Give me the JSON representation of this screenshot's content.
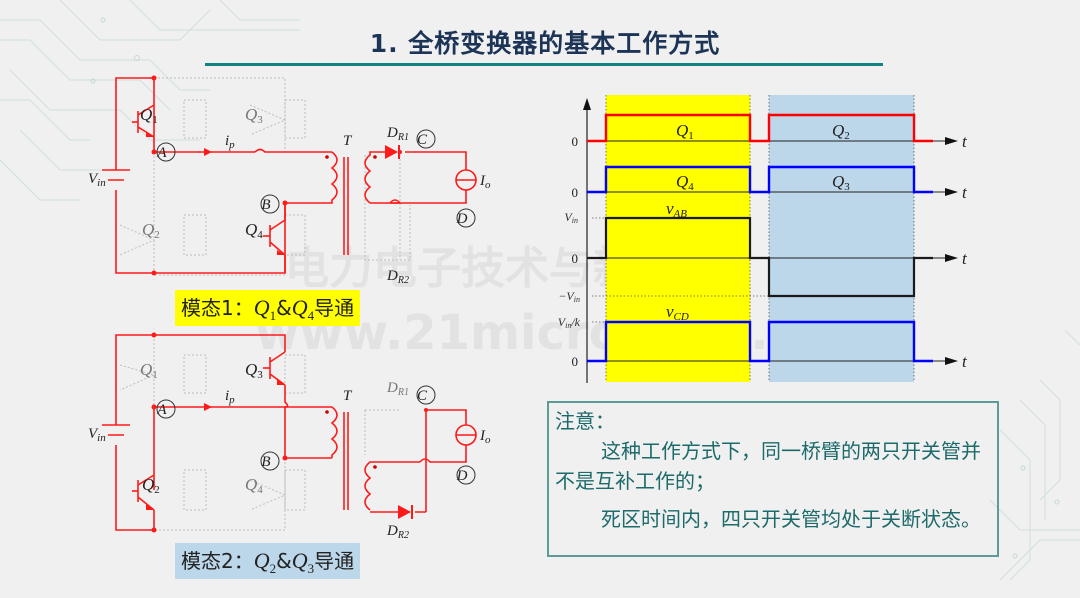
{
  "slide": {
    "title": "1. 全桥变换器的基本工作方式"
  },
  "circuit_mode1": {
    "caption_prefix": "模态1：",
    "caption_q_a": "Q",
    "caption_q_a_sub": "1",
    "caption_amp": "&",
    "caption_q_b": "Q",
    "caption_q_b_sub": "4",
    "caption_suffix": "导通",
    "labels": {
      "vin": "V",
      "vin_sub": "in",
      "q1": "Q",
      "q1_sub": "1",
      "q2": "Q",
      "q2_sub": "2",
      "q3": "Q",
      "q3_sub": "3",
      "q4": "Q",
      "q4_sub": "4",
      "ip": "i",
      "ip_sub": "p",
      "T": "T",
      "dr1": "D",
      "dr1_sub": "R1",
      "dr2": "D",
      "dr2_sub": "R2",
      "io": "I",
      "io_sub": "o",
      "node_a": "A",
      "node_b": "B",
      "node_c": "C",
      "node_d": "D"
    }
  },
  "circuit_mode2": {
    "caption_prefix": "模态2：",
    "caption_q_a": "Q",
    "caption_q_a_sub": "2",
    "caption_amp": "&",
    "caption_q_b": "Q",
    "caption_q_b_sub": "3",
    "caption_suffix": "导通"
  },
  "waveform": {
    "colors": {
      "red": "#ff0000",
      "blue": "#0000ff",
      "black": "#1a1a1a",
      "yellow": "#ffff00",
      "lightblue": "#bcd6ea"
    },
    "rows": [
      {
        "zero_label": "0",
        "axis_label": "t",
        "pulse1_label": "Q",
        "pulse1_sub": "1",
        "pulse2_label": "Q",
        "pulse2_sub": "2"
      },
      {
        "zero_label": "0",
        "axis_label": "t",
        "pulse1_label": "Q",
        "pulse1_sub": "4",
        "pulse2_label": "Q",
        "pulse2_sub": "3"
      },
      {
        "zero_label": "0",
        "axis_label": "t",
        "title": "v",
        "title_sub": "AB",
        "high_label": "V",
        "high_sub": "in",
        "low_label": "−V",
        "low_sub": "in"
      },
      {
        "zero_label": "0",
        "axis_label": "t",
        "title": "v",
        "title_sub": "CD",
        "high_label": "V",
        "high_sub": "in",
        "high_suffix": "/k"
      }
    ]
  },
  "note": {
    "heading": "注意：",
    "para1": "这种工作方式下，同一桥臂的两只开关管并不是互补工作的；",
    "para2": "死区时间内，四只开关管均处于关断状态。"
  },
  "watermark": {
    "line1": "电力电子技术与新能源",
    "line2": "www.21micro-grid.com"
  }
}
